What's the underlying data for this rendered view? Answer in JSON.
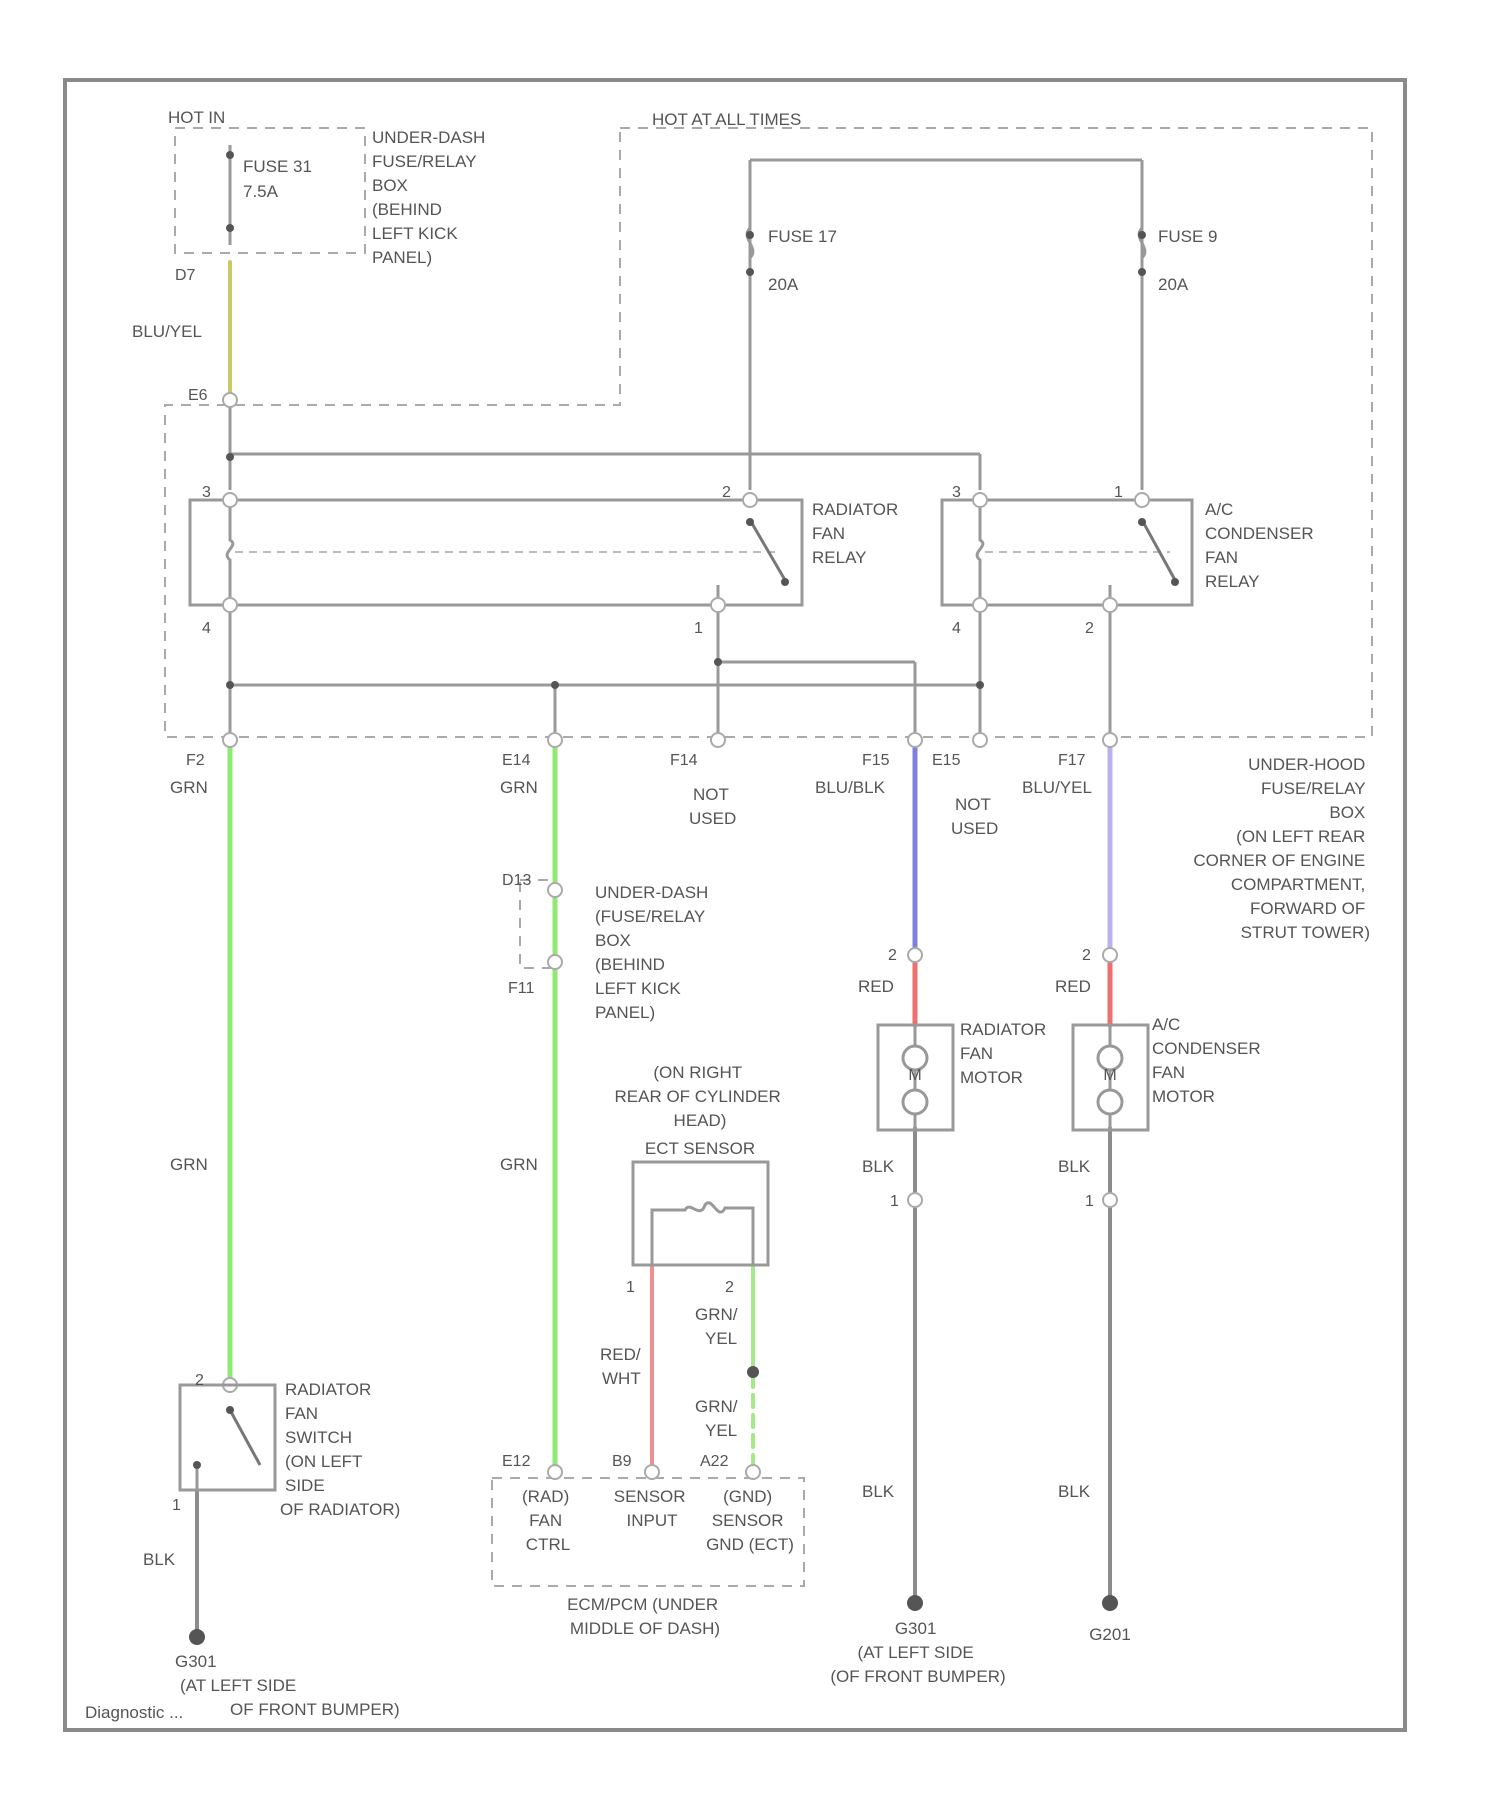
{
  "colors": {
    "grn": "#8fea72",
    "blu_blk": "#7f7fe0",
    "blu_yel": "#b9b2ee",
    "red": "#ef6e6e",
    "red_wht": "#f0908c",
    "grn_yel": "#a6e98a",
    "blk": "#8c8c8c",
    "yel": "#c9c86a",
    "wire_gray": "#9a9a9a",
    "frame": "#8a8a8a"
  },
  "labels": {
    "hot_in": "HOT IN",
    "hot_at_all_times": "HOT AT ALL TIMES",
    "fuse_31": "FUSE 31",
    "fuse_31_rating": "7.5A",
    "fuse_17": "FUSE 17",
    "fuse_17_rating": "20A",
    "fuse_9": "FUSE 9",
    "fuse_9_rating": "20A",
    "under_dash_box": [
      "UNDER-DASH",
      "FUSE/RELAY",
      "BOX",
      "(BEHIND",
      "LEFT KICK",
      "PANEL)"
    ],
    "under_dash_box_2": [
      "UNDER-DASH",
      "(FUSE/RELAY",
      "BOX",
      "(BEHIND",
      "LEFT KICK",
      "PANEL)"
    ],
    "pin_d7": "D7",
    "pin_e6": "E6",
    "bluyel_1": "BLU/YEL",
    "radiator_fan_relay": [
      "RADIATOR",
      "FAN",
      "RELAY"
    ],
    "ac_condenser_fan_relay": [
      "A/C",
      "CONDENSER",
      "FAN",
      "RELAY"
    ],
    "pin_f2": "F2",
    "pin_e14": "E14",
    "pin_f14": "F14",
    "pin_f15": "F15",
    "pin_e15": "E15",
    "pin_f17": "F17",
    "not_used_1": [
      "NOT",
      "USED"
    ],
    "not_used_2": [
      "NOT",
      "USED"
    ],
    "grn_1": "GRN",
    "grn_2": "GRN",
    "grn_3": "GRN",
    "grn_4": "GRN",
    "blu_blk": "BLU/BLK",
    "blu_yel_2": "BLU/YEL",
    "under_hood_box": [
      "UNDER-HOOD",
      "FUSE/RELAY",
      "BOX",
      "(ON LEFT REAR",
      "CORNER OF ENGINE",
      "COMPARTMENT,",
      "FORWARD OF",
      "STRUT TOWER)"
    ],
    "pin_d13": "D13",
    "pin_f11": "F11",
    "red_1": "RED",
    "red_2": "RED",
    "radiator_fan_motor": [
      "RADIATOR",
      "FAN",
      "MOTOR"
    ],
    "ac_condenser_fan_motor": [
      "A/C",
      "CONDENSER",
      "FAN",
      "MOTOR"
    ],
    "ect_location": [
      "(ON RIGHT",
      "REAR OF CYLINDER",
      "HEAD)"
    ],
    "ect_sensor": "ECT SENSOR",
    "blk_1": "BLK",
    "blk_2": "BLK",
    "blk_3": "BLK",
    "blk_4": "BLK",
    "blk_5": "BLK",
    "red_wht": [
      "RED/",
      "WHT"
    ],
    "grn_yel_1": [
      "GRN/",
      "YEL"
    ],
    "grn_yel_2": [
      "GRN/",
      "YEL"
    ],
    "radiator_fan_switch": [
      "RADIATOR",
      "FAN",
      "SWITCH",
      "(ON LEFT",
      "SIDE",
      "OF RADIATOR)"
    ],
    "pin_e12": "E12",
    "pin_b9": "B9",
    "pin_a22": "A22",
    "ecm_pins": [
      [
        "(RAD)",
        "FAN",
        "CTRL"
      ],
      [
        "SENSOR",
        "INPUT"
      ],
      [
        "(GND)",
        "SENSOR",
        "GND (ECT)"
      ]
    ],
    "ecm_pcm": [
      "ECM/PCM (UNDER",
      "MIDDLE OF DASH)"
    ],
    "g301": [
      "G301",
      "(AT LEFT SIDE",
      "OF FRONT BUMPER)"
    ],
    "g301_2": [
      "G301",
      "(AT LEFT SIDE",
      "(OF FRONT BUMPER)"
    ],
    "g201": "G201",
    "footer": "Diagnostic ..."
  },
  "pins": {
    "r1_top_left": "3",
    "r1_top_right": "2",
    "r1_bot_left": "4",
    "r1_bot_right": "1",
    "r2_top_left": "3",
    "r2_top_right": "1",
    "r2_bot_left": "4",
    "r2_bot_right": "2",
    "motor1_top": "2",
    "motor1_bot": "1",
    "motor2_top": "2",
    "motor2_bot": "1",
    "ect_1": "1",
    "ect_2": "2",
    "switch_top": "2",
    "switch_bot": "1"
  }
}
